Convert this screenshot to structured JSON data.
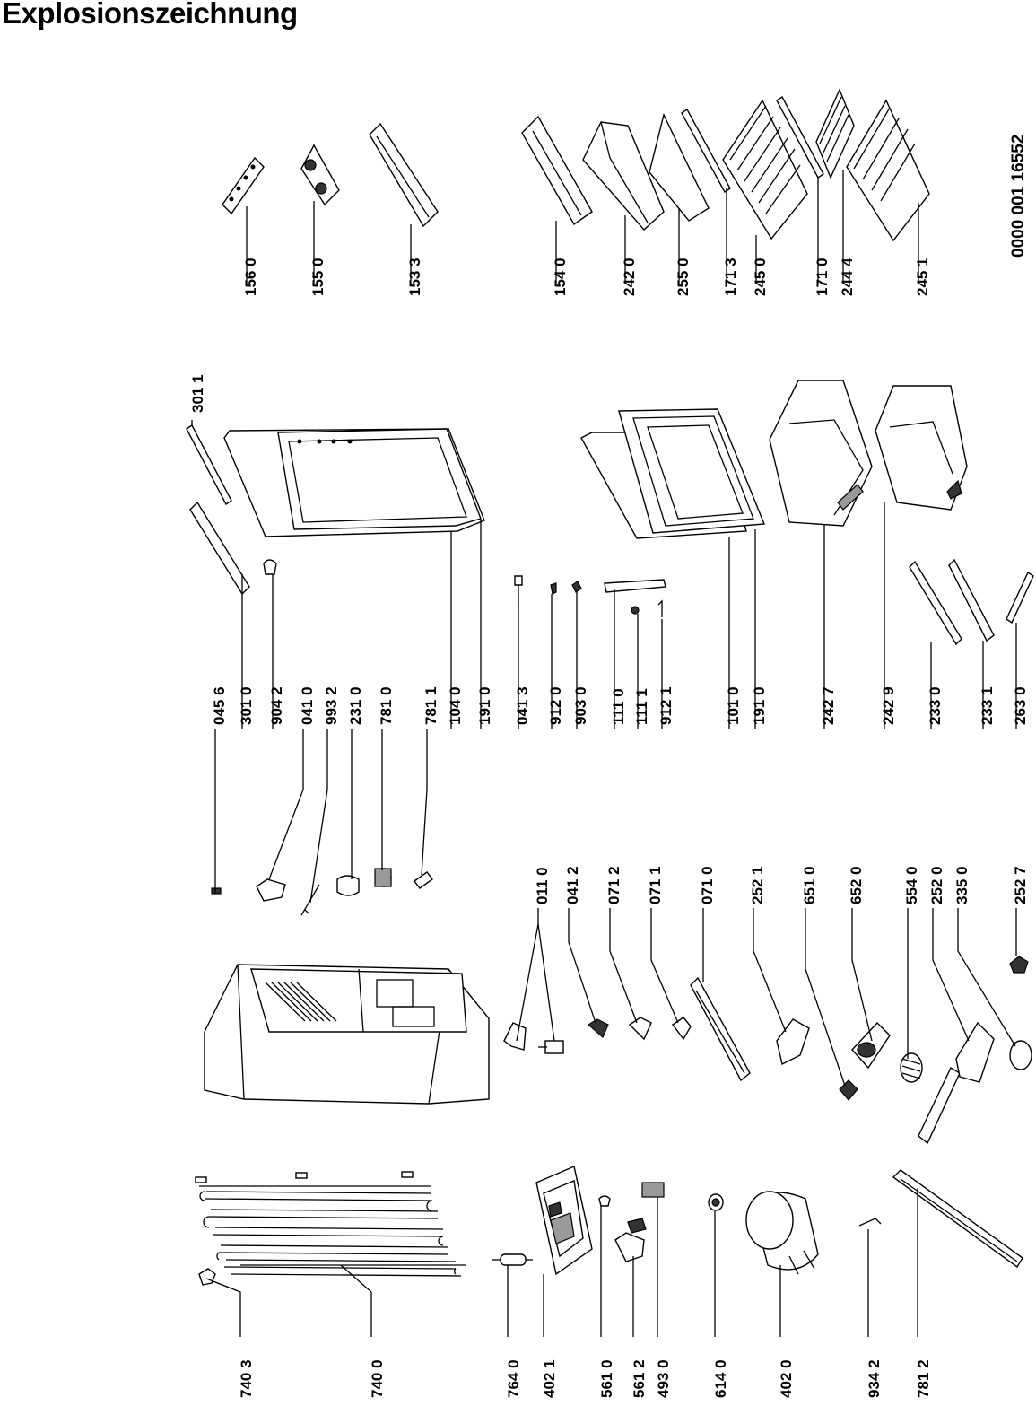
{
  "title": "Explosionszeichnung",
  "document_number": "0000 001 16552",
  "callouts": [
    {
      "id": "c-740-3",
      "code": "740 3"
    },
    {
      "id": "c-740-0",
      "code": "740 0"
    },
    {
      "id": "c-764-0",
      "code": "764 0"
    },
    {
      "id": "c-402-1",
      "code": "402 1"
    },
    {
      "id": "c-561-0",
      "code": "561 0"
    },
    {
      "id": "c-561-2",
      "code": "561 2"
    },
    {
      "id": "c-493-0",
      "code": "493 0"
    },
    {
      "id": "c-614-0",
      "code": "614 0"
    },
    {
      "id": "c-402-0",
      "code": "402 0"
    },
    {
      "id": "c-934-2",
      "code": "934 2"
    },
    {
      "id": "c-781-2",
      "code": "781 2"
    },
    {
      "id": "c-011-0",
      "code": "011 0"
    },
    {
      "id": "c-041-2",
      "code": "041 2"
    },
    {
      "id": "c-071-2",
      "code": "071 2"
    },
    {
      "id": "c-071-1",
      "code": "071 1"
    },
    {
      "id": "c-071-0",
      "code": "071 0"
    },
    {
      "id": "c-252-1",
      "code": "252 1"
    },
    {
      "id": "c-651-0",
      "code": "651 0"
    },
    {
      "id": "c-652-0",
      "code": "652 0"
    },
    {
      "id": "c-554-0",
      "code": "554 0"
    },
    {
      "id": "c-252-0",
      "code": "252 0"
    },
    {
      "id": "c-335-0",
      "code": "335 0"
    },
    {
      "id": "c-252-7",
      "code": "252 7"
    },
    {
      "id": "c-045-6",
      "code": "045 6"
    },
    {
      "id": "c-301-0",
      "code": "301 0"
    },
    {
      "id": "c-904-2",
      "code": "904 2"
    },
    {
      "id": "c-041-0",
      "code": "041 0"
    },
    {
      "id": "c-993-2",
      "code": "993 2"
    },
    {
      "id": "c-231-0",
      "code": "231 0"
    },
    {
      "id": "c-781-0",
      "code": "781 0"
    },
    {
      "id": "c-781-1",
      "code": "781 1"
    },
    {
      "id": "c-104-0",
      "code": "104 0"
    },
    {
      "id": "c-191-0a",
      "code": "191 0"
    },
    {
      "id": "c-041-3",
      "code": "041 3"
    },
    {
      "id": "c-912-0",
      "code": "912 0"
    },
    {
      "id": "c-903-0",
      "code": "903 0"
    },
    {
      "id": "c-111-0",
      "code": "111 0"
    },
    {
      "id": "c-111-1",
      "code": "111 1"
    },
    {
      "id": "c-912-1",
      "code": "912 1"
    },
    {
      "id": "c-101-0",
      "code": "101 0"
    },
    {
      "id": "c-191-0b",
      "code": "191 0"
    },
    {
      "id": "c-242-7",
      "code": "242 7"
    },
    {
      "id": "c-242-9",
      "code": "242 9"
    },
    {
      "id": "c-233-0",
      "code": "233 0"
    },
    {
      "id": "c-233-1",
      "code": "233 1"
    },
    {
      "id": "c-263-0",
      "code": "263 0"
    },
    {
      "id": "c-301-1",
      "code": "301 1"
    },
    {
      "id": "c-156-0",
      "code": "156 0"
    },
    {
      "id": "c-155-0",
      "code": "155 0"
    },
    {
      "id": "c-153-3",
      "code": "153 3"
    },
    {
      "id": "c-154-0",
      "code": "154 0"
    },
    {
      "id": "c-242-0",
      "code": "242 0"
    },
    {
      "id": "c-255-0",
      "code": "255 0"
    },
    {
      "id": "c-171-3",
      "code": "171 3"
    },
    {
      "id": "c-245-0",
      "code": "245 0"
    },
    {
      "id": "c-171-0",
      "code": "171 0"
    },
    {
      "id": "c-244-4",
      "code": "244 4"
    },
    {
      "id": "c-245-1",
      "code": "245 1"
    }
  ]
}
